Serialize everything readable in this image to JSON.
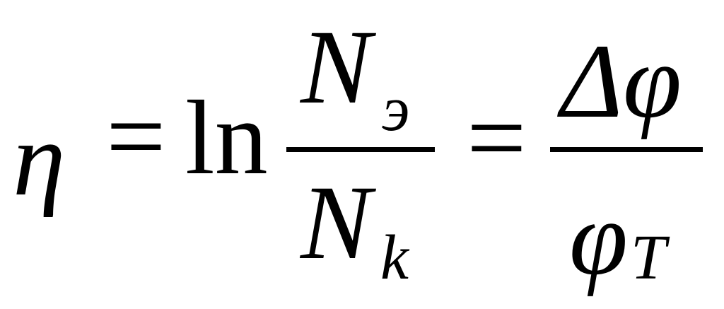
{
  "formula": {
    "lhs": "η",
    "equals_1": "=",
    "ln": "ln",
    "fraction_1": {
      "numerator": "N",
      "numerator_subscript": "э",
      "denominator": "N",
      "denominator_subscript": "k"
    },
    "equals_2": "=",
    "fraction_2": {
      "numerator": "Δφ",
      "denominator": "φ",
      "denominator_subscript": "T"
    }
  }
}
